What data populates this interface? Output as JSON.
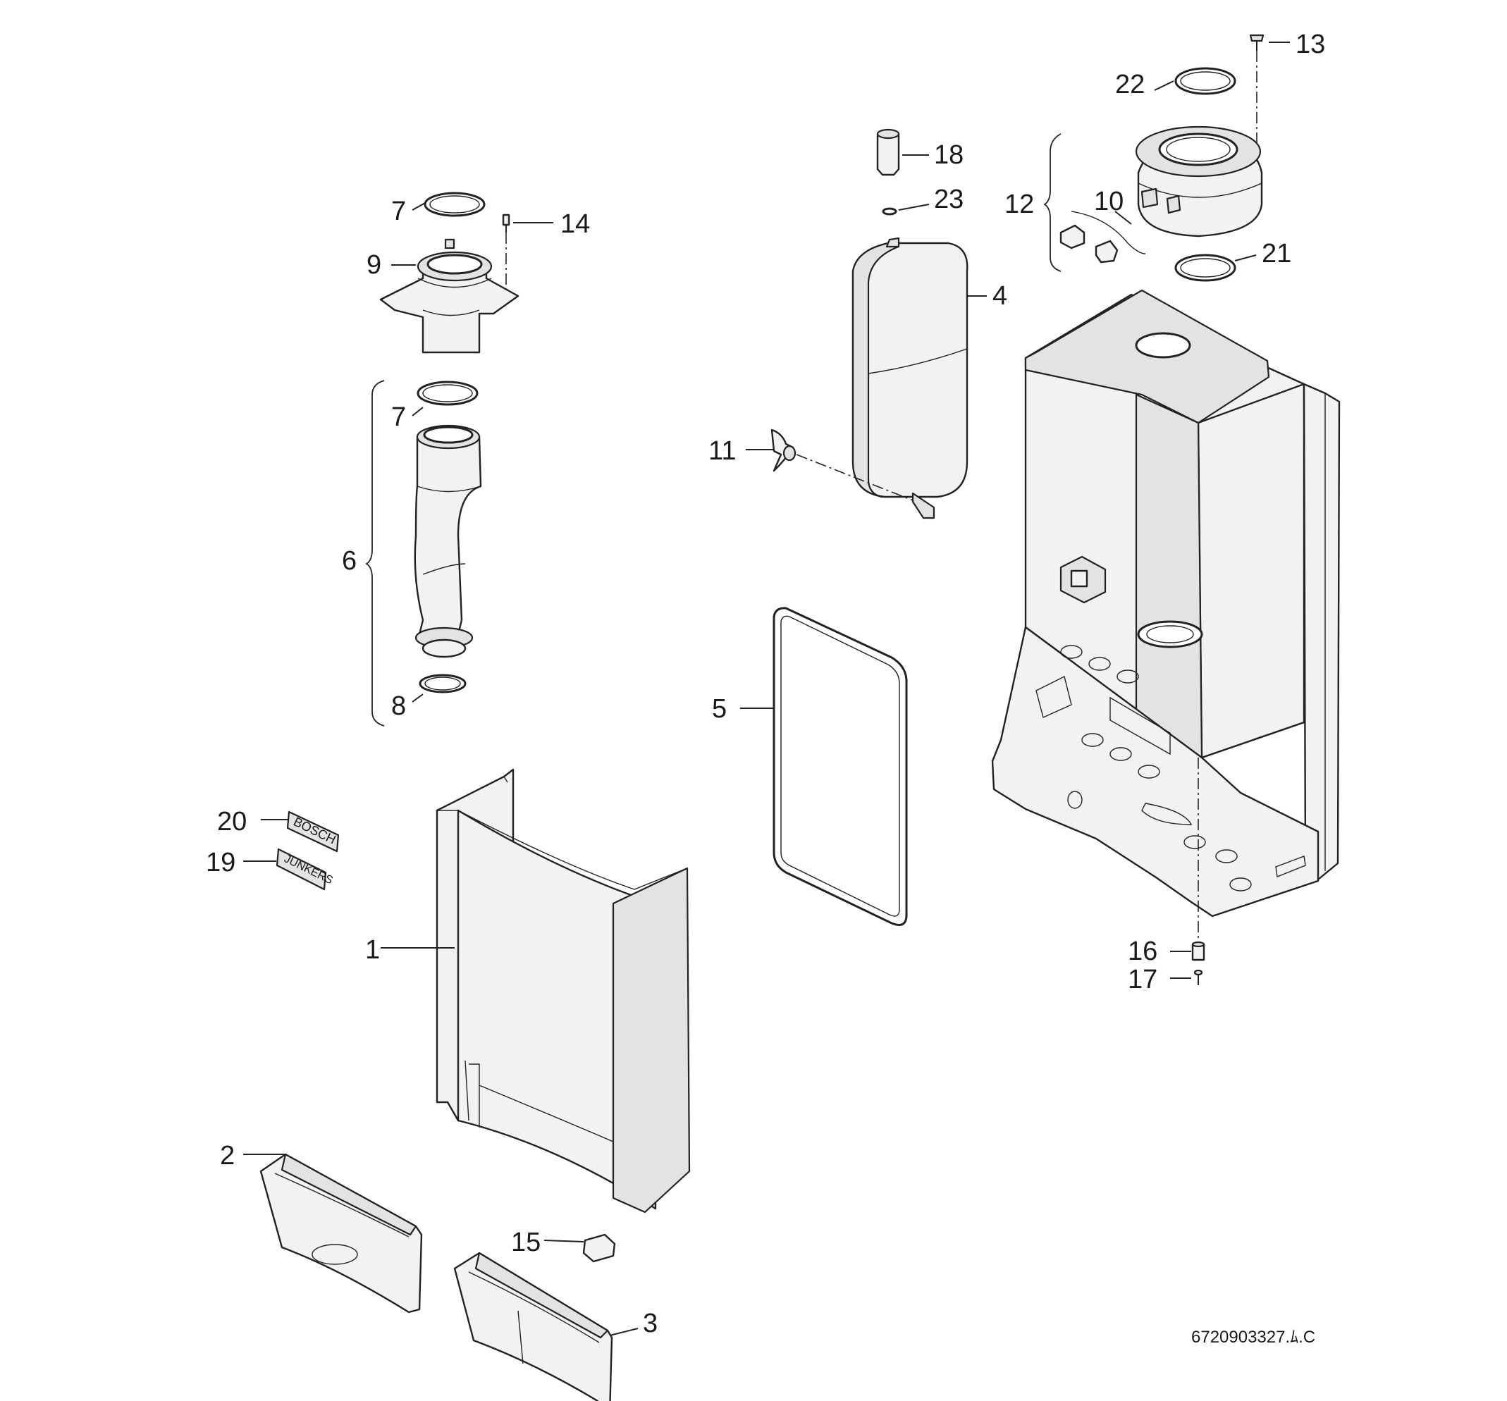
{
  "labels": {
    "l1": "1",
    "l2": "2",
    "l3": "3",
    "l4": "4",
    "l5": "5",
    "l6": "6",
    "l7a": "7",
    "l7b": "7",
    "l8": "8",
    "l9": "9",
    "l10": "10",
    "l11": "11",
    "l12": "12",
    "l13": "13",
    "l14": "14",
    "l15": "15",
    "l16": "16",
    "l17": "17",
    "l18": "18",
    "l19": "19",
    "l20": "20",
    "l21": "21",
    "l22": "22",
    "l23": "23"
  },
  "badges": {
    "bosch": "BOSCH",
    "junkers": "JUNKERS"
  },
  "reference": "6720903327.ﾑ.C"
}
